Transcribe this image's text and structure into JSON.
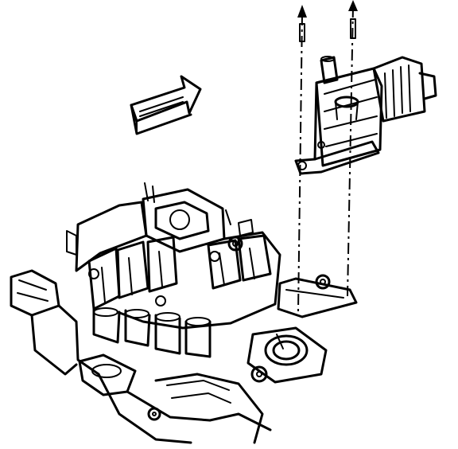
{
  "figure": {
    "style": "black line art",
    "components": [
      "direction-arrow",
      "ignition-coil-bracket-assembly",
      "intake-manifold",
      "engine-block",
      "mounting-bolts",
      "alignment-guide-lines"
    ]
  },
  "colors": {
    "ink": "#000000",
    "paper": "#ffffff"
  }
}
